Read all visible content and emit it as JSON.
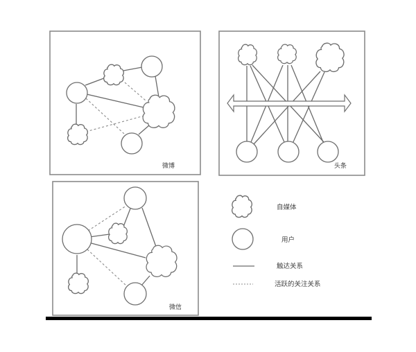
{
  "panels": {
    "weibo": {
      "label": "微博"
    },
    "toutiao": {
      "label": "头条"
    },
    "weixin": {
      "label": "微信"
    }
  },
  "legend": {
    "items": [
      {
        "symbol": "cloud-shape",
        "label": "自媒体"
      },
      {
        "symbol": "circle",
        "label": "用户"
      },
      {
        "symbol": "solid-line",
        "label": "触达关系"
      },
      {
        "symbol": "dashed-line",
        "label": "活跃的关注关系"
      }
    ]
  },
  "colors": {
    "stroke": "#6e6e6e",
    "box_border": "#8a8a8a",
    "bar": "#000000",
    "background": "#ffffff"
  }
}
